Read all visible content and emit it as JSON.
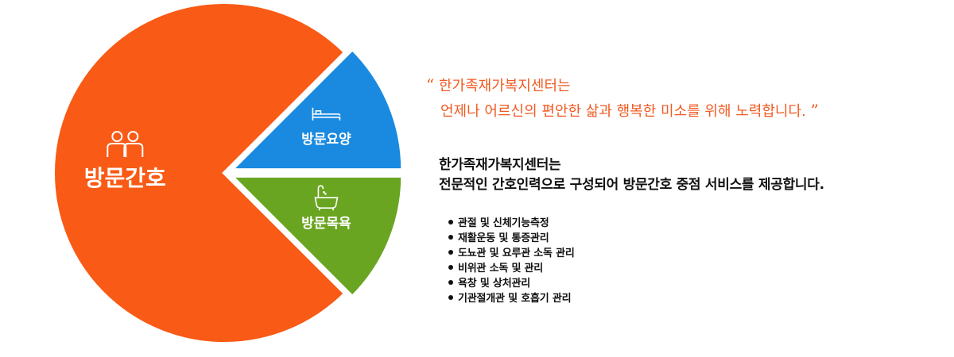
{
  "chart_data": {
    "type": "pie",
    "slices": [
      {
        "label": "방문간호",
        "value": 75,
        "color": "#f95a15",
        "icon": "people-icon"
      },
      {
        "label": "방문요양",
        "value": 12.5,
        "color": "#1a8ae0",
        "icon": "bed-icon"
      },
      {
        "label": "방문목욕",
        "value": 12.5,
        "color": "#6aa521",
        "icon": "bathtub-icon"
      }
    ]
  },
  "quote": {
    "open_mark": "“",
    "line1": "한가족재가복지센터는",
    "line2": "언제나 어르신의 편안한 삶과 행복한 미소를 위해 노력합니다.",
    "close_mark": "”",
    "color": "#f05a22"
  },
  "description": {
    "line1": "한가족재가복지센터는",
    "line2": "전문적인 간호인력으로 구성되어 방문간호 중점 서비스를 제공합니다."
  },
  "services": [
    "관절 및 신체기능측정",
    "재활운동 및 통증관리",
    "도뇨관 및 요루관 소독 관리",
    "비위관 소독 및 관리",
    "욕창 및 상처관리",
    "기관절개관 및 호흡기 관리"
  ]
}
